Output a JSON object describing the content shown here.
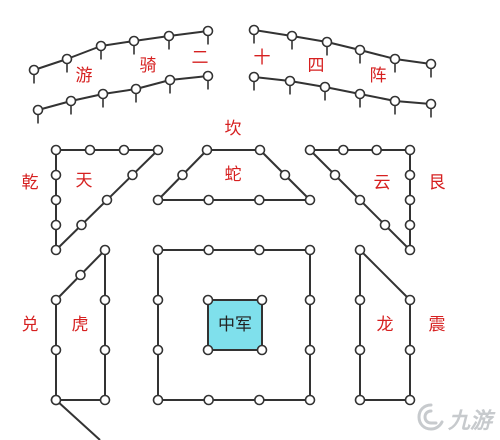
{
  "colors": {
    "label": "#d62020",
    "line": "#333333",
    "center_fill": "#7fe0ec",
    "center_text": "#222222",
    "watermark": "#9aa0a6"
  },
  "labels": {
    "you": "游",
    "qi": "骑",
    "er": "二",
    "shi": "十",
    "si": "四",
    "zhen": "阵",
    "kan": "坎",
    "qian": "乾",
    "tian": "天",
    "she": "蛇",
    "yun": "云",
    "gen": "艮",
    "dui": "兑",
    "hu": "虎",
    "center": "中军",
    "long": "龙",
    "zhen2": "震"
  },
  "watermark": {
    "icon": "swirl-logo-icon",
    "text": "九游"
  }
}
